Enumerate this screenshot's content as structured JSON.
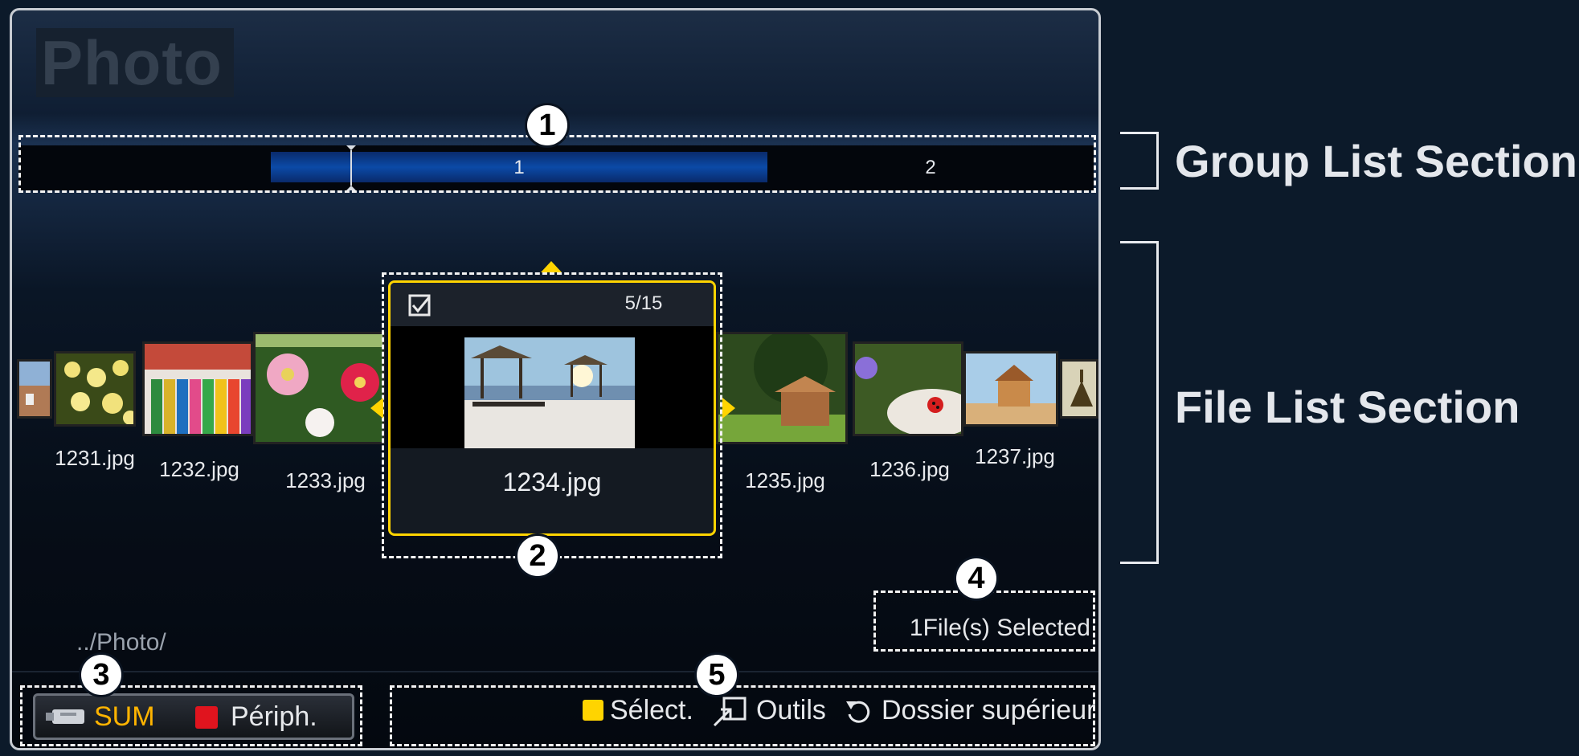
{
  "page": {
    "title": "Photo"
  },
  "group_list": {
    "section_label": "Group List Section",
    "groups": [
      {
        "label": "1"
      },
      {
        "label": "2"
      }
    ],
    "badge": "1"
  },
  "file_list": {
    "section_label": "File List Section",
    "focused": {
      "counter": "5/15",
      "name": "1234.jpg",
      "checked": true,
      "badge": "2"
    },
    "items": [
      {
        "name": "1231.jpg"
      },
      {
        "name": "1232.jpg"
      },
      {
        "name": "1233.jpg"
      },
      {
        "name": "1235.jpg"
      },
      {
        "name": "1236.jpg"
      },
      {
        "name": "1237.jpg"
      }
    ]
  },
  "status": {
    "path": "../Photo/",
    "selected": "1File(s) Selected",
    "badge_selected": "4"
  },
  "bottom": {
    "badge_device": "3",
    "device_name": "SUM",
    "device_button": "Périph.",
    "badge_controls": "5",
    "select_label": "Sélect.",
    "tools_label": "Outils",
    "parent_label": "Dossier supérieur"
  },
  "colors": {
    "yellow": "#ffd400",
    "red": "#e0141e",
    "accent_blue": "#0b4aa7",
    "sum_text": "#ffb400"
  }
}
